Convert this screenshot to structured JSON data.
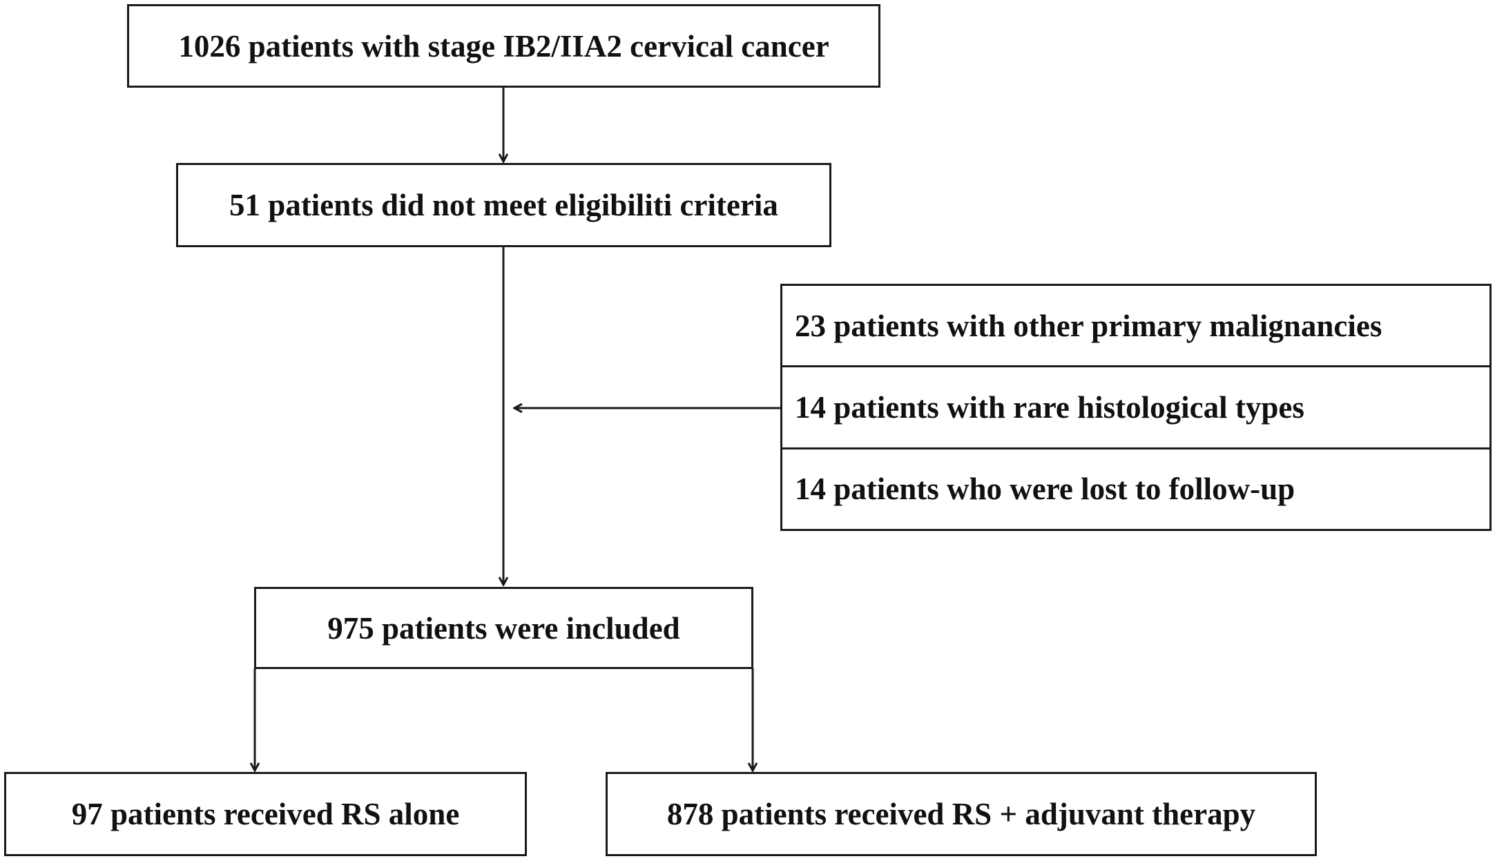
{
  "diagram": {
    "type": "flowchart",
    "nodes": {
      "initial": {
        "label": "1026 patients with stage IB2/IIA2 cervical cancer"
      },
      "ineligible": {
        "label": "51 patients did not meet eligibiliti criteria"
      },
      "exclusions": [
        {
          "label": "23 patients with other primary malignancies"
        },
        {
          "label": "14 patients with rare histological types"
        },
        {
          "label": "14 patients who were lost to follow-up"
        }
      ],
      "included": {
        "label": "975 patients were included"
      },
      "rs_alone": {
        "label": "97 patients received RS alone"
      },
      "rs_adjuvant": {
        "label": "878 patients received RS + adjuvant therapy"
      }
    },
    "colors": {
      "line": "#1a1a1a",
      "background": "#ffffff"
    }
  }
}
